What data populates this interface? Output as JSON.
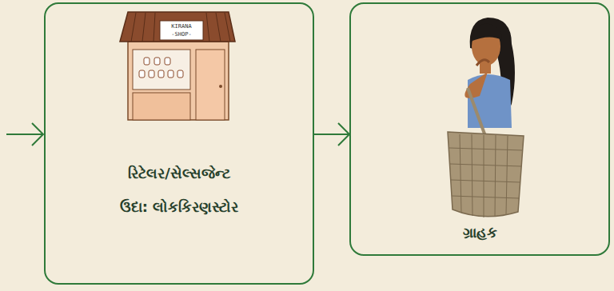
{
  "diagram": {
    "nodes": [
      {
        "text": [
          "રિટેલર/સેલ્સજેન્ટ",
          "ઉદા: લોકકિરણસ્ટોર"
        ]
      },
      {
        "text": [
          "ગ્રાહક"
        ]
      }
    ],
    "edges": [
      {
        "from": 0,
        "to": 1,
        "arrow": "to"
      }
    ],
    "labels": [
      "KIRANA",
      "-SHOP-"
    ]
  }
}
